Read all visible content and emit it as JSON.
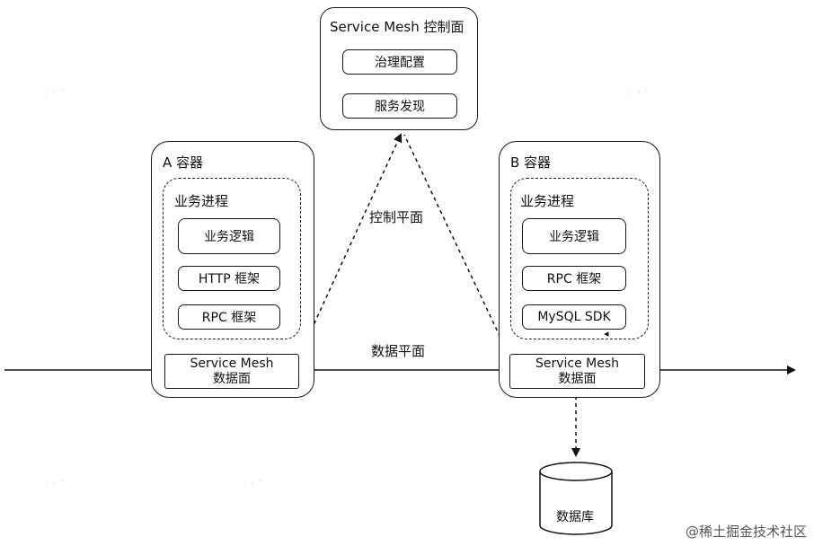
{
  "control_plane": {
    "title": "Service Mesh 控制面",
    "items": [
      "治理配置",
      "服务发现"
    ]
  },
  "container_a": {
    "title": "A 容器",
    "process_title": "业务进程",
    "items": [
      "业务逻辑",
      "HTTP 框架",
      "RPC 框架"
    ],
    "mesh_line1": "Service Mesh",
    "mesh_line2": "数据面"
  },
  "container_b": {
    "title": "B 容器",
    "process_title": "业务进程",
    "items": [
      "业务逻辑",
      "RPC 框架",
      "MySQL SDK"
    ],
    "mesh_line1": "Service Mesh",
    "mesh_line2": "数据面"
  },
  "labels": {
    "control_plane": "控制平面",
    "data_plane": "数据平面"
  },
  "database": {
    "label": "数据库"
  },
  "credit": "@稀土掘金技术社区"
}
